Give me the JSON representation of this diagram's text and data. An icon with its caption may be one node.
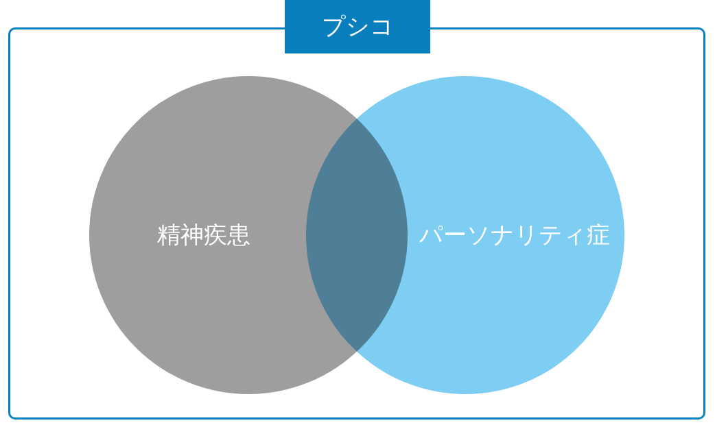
{
  "diagram": {
    "nodes": [
      {
        "text": [
          "プシコ"
        ]
      },
      {
        "text": [
          "精神疾患"
        ],
        "in": 0
      },
      {
        "text": [
          "パーソナリティ症"
        ],
        "in": 0
      }
    ]
  }
}
